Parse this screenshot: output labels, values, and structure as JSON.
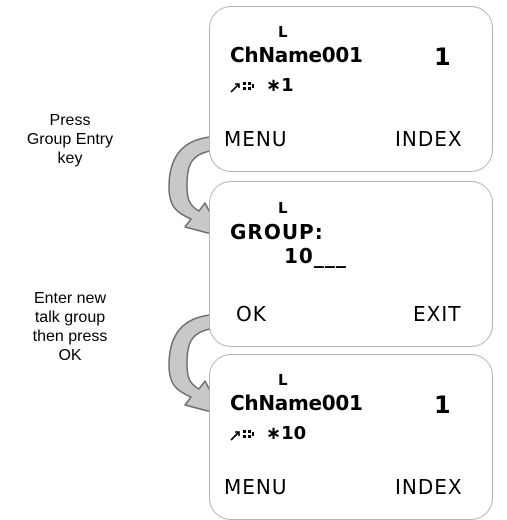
{
  "steps": [
    {
      "label_lines": [
        "Press",
        "Group Entry",
        "key"
      ]
    },
    {
      "label_lines": [
        "Enter new",
        "talk group",
        "then press",
        "OK"
      ]
    }
  ],
  "screens": [
    {
      "top_mark": "L",
      "channel_name": "ChName001",
      "channel_number": "1",
      "status_icon": "scan-icon",
      "talkgroup": "∗1",
      "left_softkey": "MENU",
      "right_softkey": "INDEX"
    },
    {
      "top_mark": "L",
      "field_label": "GROUP:",
      "field_value": "10___",
      "left_softkey": "OK",
      "right_softkey": "EXIT"
    },
    {
      "top_mark": "L",
      "channel_name": "ChName001",
      "channel_number": "1",
      "status_icon": "scan-icon",
      "talkgroup": "∗10",
      "left_softkey": "MENU",
      "right_softkey": "INDEX"
    }
  ],
  "colors": {
    "arrow_fill": "#c8c8c8",
    "arrow_stroke": "#6e6e6e",
    "screen_border": "#b4b4b4"
  }
}
